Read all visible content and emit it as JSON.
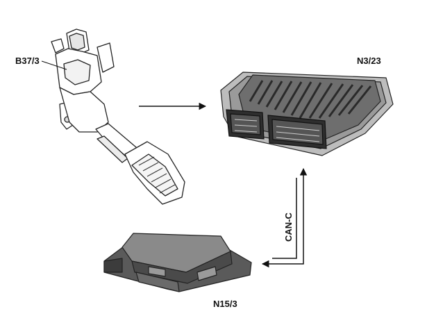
{
  "components": {
    "pedal_sensor": {
      "label": "B37/3",
      "icon": "accelerator-pedal-icon"
    },
    "engine_ecu": {
      "label": "N3/23",
      "icon": "engine-control-unit-icon"
    },
    "transmission_ecu": {
      "label": "N15/3",
      "icon": "transmission-control-unit-icon"
    }
  },
  "connections": {
    "bus_label": "CAN-C"
  },
  "colors": {
    "line": "#111111",
    "module_dark": "#4a4a4a",
    "module_light": "#8c8c8c"
  }
}
